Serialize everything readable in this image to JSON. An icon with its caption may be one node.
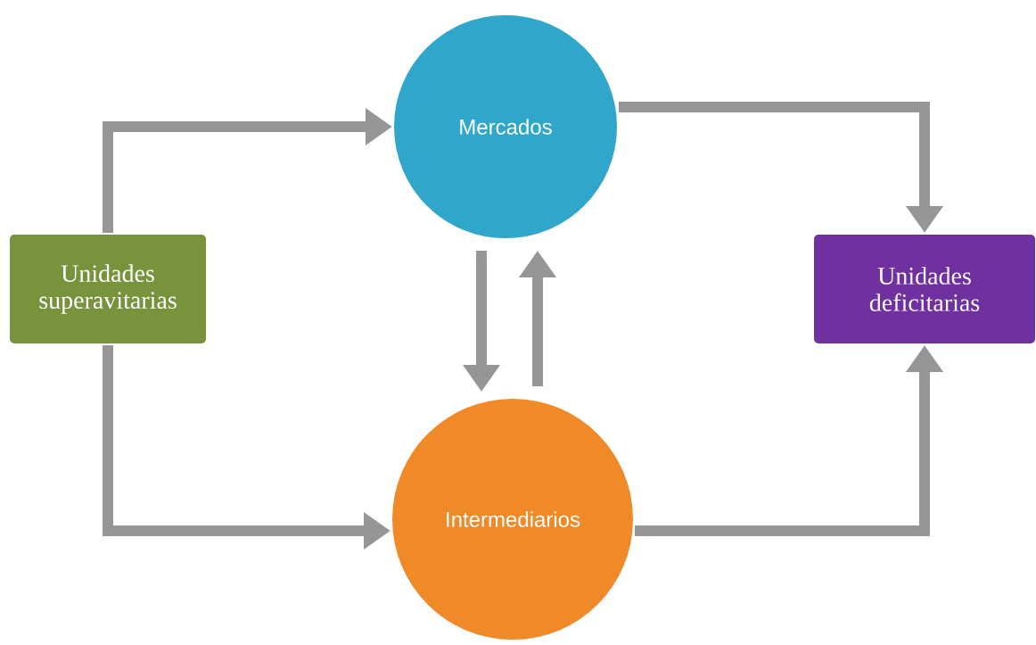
{
  "diagram": {
    "nodes": [
      {
        "text": [
          "Unidades superavitarias"
        ]
      },
      {
        "text": [
          "Mercados"
        ]
      },
      {
        "text": [
          "Intermediarios"
        ]
      },
      {
        "text": [
          "Unidades deficitarias"
        ]
      }
    ],
    "edges": [
      {
        "from": 0,
        "to": 1,
        "arrow": "to"
      },
      {
        "from": 1,
        "to": 3,
        "arrow": "to"
      },
      {
        "from": 1,
        "to": 2,
        "arrow": "to"
      },
      {
        "from": 2,
        "to": 1,
        "arrow": "to"
      },
      {
        "from": 0,
        "to": 2,
        "arrow": "to"
      },
      {
        "from": 2,
        "to": 3,
        "arrow": "to"
      }
    ]
  }
}
